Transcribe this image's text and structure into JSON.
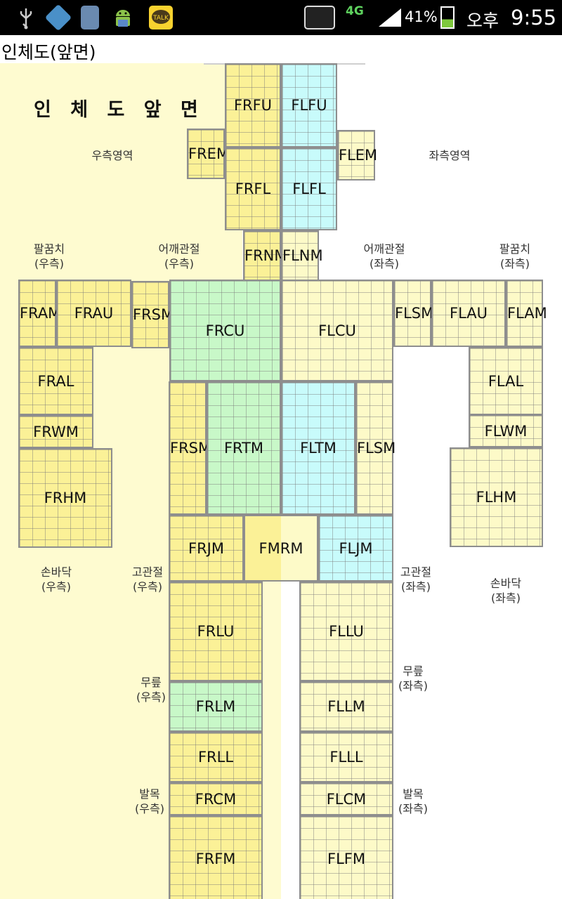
{
  "status_bar": {
    "network": "4G",
    "battery": "41%",
    "ampm": "오후",
    "time": "9:55"
  },
  "title": "인체도(앞면)",
  "diagram": {
    "heading": "인 체 도  앞 면",
    "labels": {
      "right_area": "우측영역",
      "left_area": "좌측영역",
      "elbow_r": [
        "팔꿈치",
        "(우측)"
      ],
      "elbow_l": [
        "팔꿈치",
        "(좌측)"
      ],
      "shoulder_r": [
        "어깨관절",
        "(우측)"
      ],
      "shoulder_l": [
        "어깨관절",
        "(좌측)"
      ],
      "palm_r": [
        "손바닥",
        "(우측)"
      ],
      "palm_l": [
        "손바닥",
        "(좌측)"
      ],
      "hip_r": [
        "고관절",
        "(우측)"
      ],
      "hip_l": [
        "고관절",
        "(좌측)"
      ],
      "knee_r": [
        "무릎",
        "(우측)"
      ],
      "knee_l": [
        "무릎",
        "(좌측)"
      ],
      "ankle_r": [
        "발목",
        "(우측)"
      ],
      "ankle_l": [
        "발목",
        "(좌측)"
      ]
    },
    "regions": {
      "FRFU": "FRFU",
      "FLFU": "FLFU",
      "FREM": "FREM",
      "FLEM": "FLEM",
      "FRFL": "FRFL",
      "FLFL": "FLFL",
      "FRNM": "FRNM",
      "FLNM": "FLNM",
      "FRAM": "FRAM",
      "FRAU": "FRAU",
      "FRSM_shoulder": "FRSM",
      "FRCU": "FRCU",
      "FLCU": "FLCU",
      "FLSM_shoulder": "FLSM",
      "FLAU": "FLAU",
      "FLAM": "FLAM",
      "FRAL": "FRAL",
      "FLAL": "FLAL",
      "FRWM": "FRWM",
      "FLWM": "FLWM",
      "FRHM": "FRHM",
      "FLHM": "FLHM",
      "FRSM_side": "FRSM",
      "FRTM": "FRTM",
      "FLTM": "FLTM",
      "FLSM_side": "FLSM",
      "FRJM": "FRJM",
      "FMRM": "FMRM",
      "FLJM": "FLJM",
      "FRLU": "FRLU",
      "FLLU": "FLLU",
      "FRLM": "FRLM",
      "FLLM": "FLLM",
      "FRLL": "FRLL",
      "FLLL": "FLLL",
      "FRCM": "FRCM",
      "FLCM": "FLCM",
      "FRFM": "FRFM",
      "FLFM": "FLFM"
    },
    "colors": {
      "yellow": "#fbf197",
      "pale_yellow": "#fdfac8",
      "cyan": "#c8fbfb",
      "green": "#c8f8c8",
      "background_band": "#fefbd0"
    }
  }
}
